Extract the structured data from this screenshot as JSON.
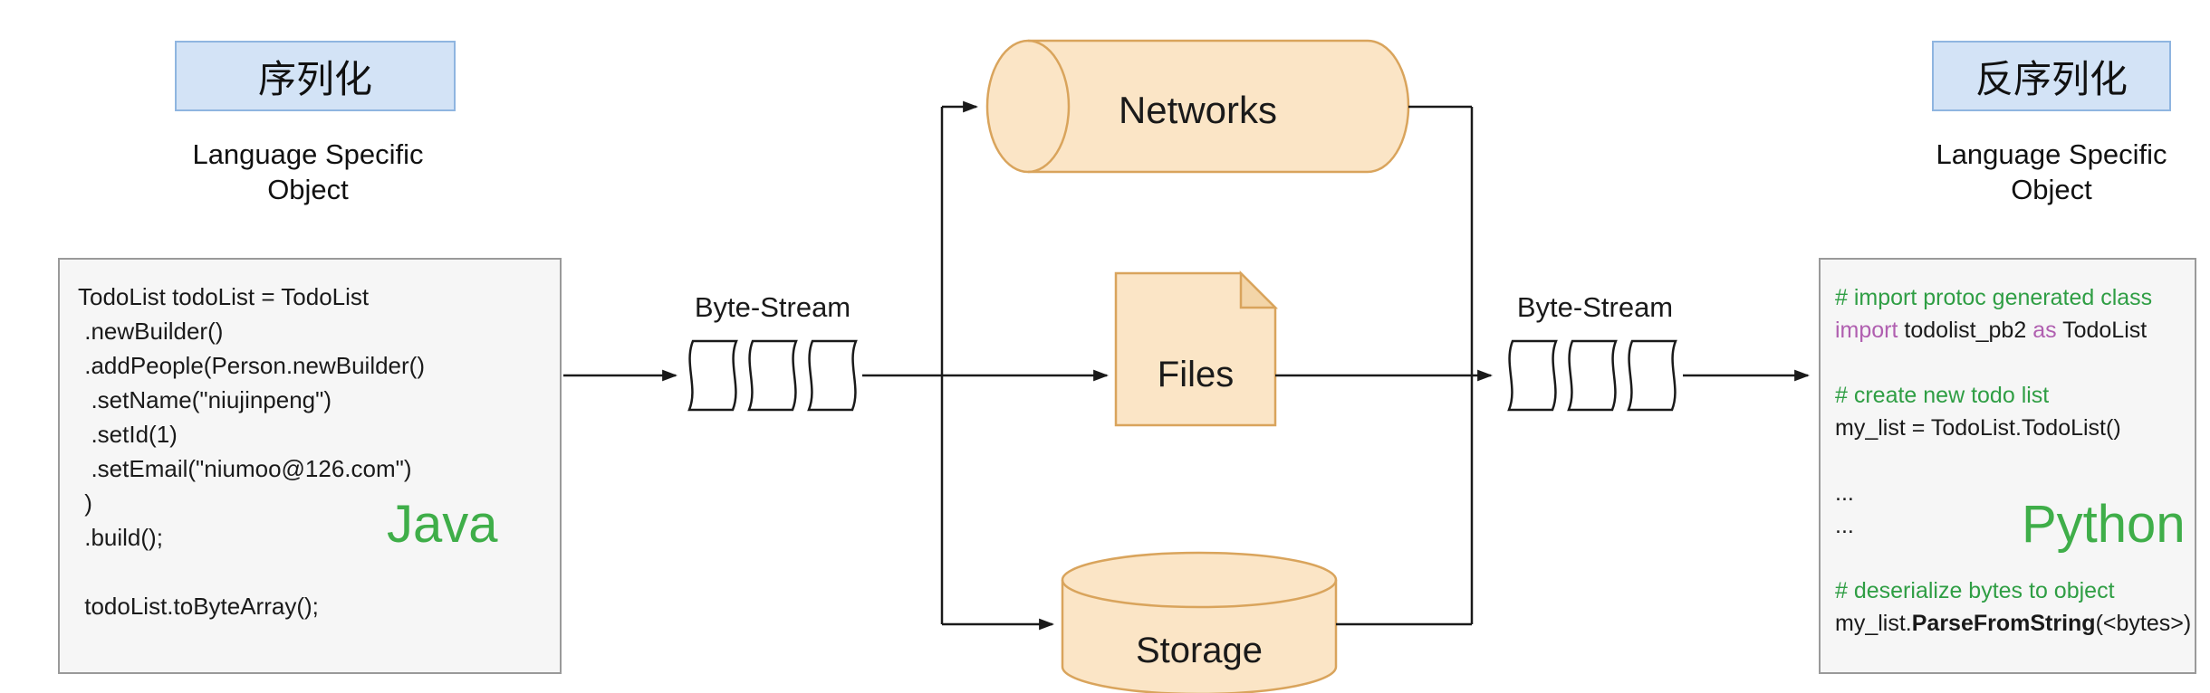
{
  "serialize": {
    "title": "序列化",
    "subtitle_line1": "Language Specific",
    "subtitle_line2": "Object",
    "language_label": "Java",
    "code_lines": [
      [
        {
          "t": "TodoList todoList = TodoList"
        }
      ],
      [
        {
          "t": " .newBuilder()"
        }
      ],
      [
        {
          "t": " .addPeople(Person.newBuilder()"
        }
      ],
      [
        {
          "t": "  .setName(\"niujinpeng\")"
        }
      ],
      [
        {
          "t": "  .setId(1)"
        }
      ],
      [
        {
          "t": "  .setEmail(\"niumoo@126.com\")"
        }
      ],
      [
        {
          "t": " )"
        }
      ],
      [
        {
          "t": " .build();"
        }
      ],
      [
        {
          "t": ""
        }
      ],
      [
        {
          "t": " todoList.toByteArray();"
        }
      ]
    ]
  },
  "deserialize": {
    "title": "反序列化",
    "subtitle_line1": "Language Specific",
    "subtitle_line2": "Object",
    "language_label": "Python",
    "code_lines": [
      [
        {
          "t": "# import protoc generated class",
          "c": "comment"
        }
      ],
      [
        {
          "t": "import",
          "c": "keyword"
        },
        {
          "t": " todolist_pb2 "
        },
        {
          "t": "as",
          "c": "keyword"
        },
        {
          "t": " TodoList"
        }
      ],
      [
        {
          "t": ""
        }
      ],
      [
        {
          "t": "# create new todo list",
          "c": "comment"
        }
      ],
      [
        {
          "t": "my_list = TodoList.TodoList()"
        }
      ],
      [
        {
          "t": ""
        }
      ],
      [
        {
          "t": "..."
        }
      ],
      [
        {
          "t": "..."
        }
      ],
      [
        {
          "t": ""
        }
      ],
      [
        {
          "t": "# deserialize bytes to object",
          "c": "comment"
        }
      ],
      [
        {
          "t": "my_list."
        },
        {
          "t": "ParseFromString",
          "c": "bold"
        },
        {
          "t": "(<bytes>)"
        }
      ]
    ]
  },
  "flow": {
    "byte_stream_left": "Byte-Stream",
    "byte_stream_right": "Byte-Stream",
    "targets": {
      "networks": "Networks",
      "files": "Files",
      "storage": "Storage"
    }
  },
  "colors": {
    "label_bg": "#d3e3f6",
    "label_border": "#8fb5e0",
    "shape_fill": "#fbe5c6",
    "shape_fold_fill": "#f3d5a8",
    "shape_border": "#d9a45c",
    "code_bg": "#f6f6f6",
    "code_border": "#9a9a9a",
    "accent_green": "#3fae49",
    "comment_green": "#2f9e44",
    "keyword_purple": "#b05fb0",
    "line_color": "#1a1a1a"
  }
}
